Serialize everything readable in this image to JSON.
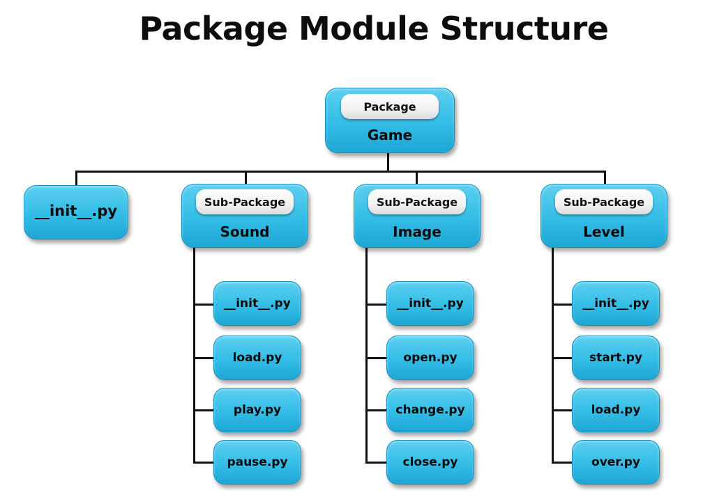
{
  "title": "Package Module Structure",
  "root": {
    "tag": "Package",
    "name": "Game"
  },
  "root_init": "__init__.py",
  "subpackages": [
    {
      "tag": "Sub-Package",
      "name": "Sound",
      "files": [
        "__init__.py",
        "load.py",
        "play.py",
        "pause.py"
      ]
    },
    {
      "tag": "Sub-Package",
      "name": "Image",
      "files": [
        "__init__.py",
        "open.py",
        "change.py",
        "close.py"
      ]
    },
    {
      "tag": "Sub-Package",
      "name": "Level",
      "files": [
        "__init__.py",
        "start.py",
        "load.py",
        "over.py"
      ]
    }
  ],
  "colors": {
    "box": "#33bde6",
    "box_border": "#1590bd",
    "pill": "#f1f1f1",
    "line": "#111111"
  }
}
